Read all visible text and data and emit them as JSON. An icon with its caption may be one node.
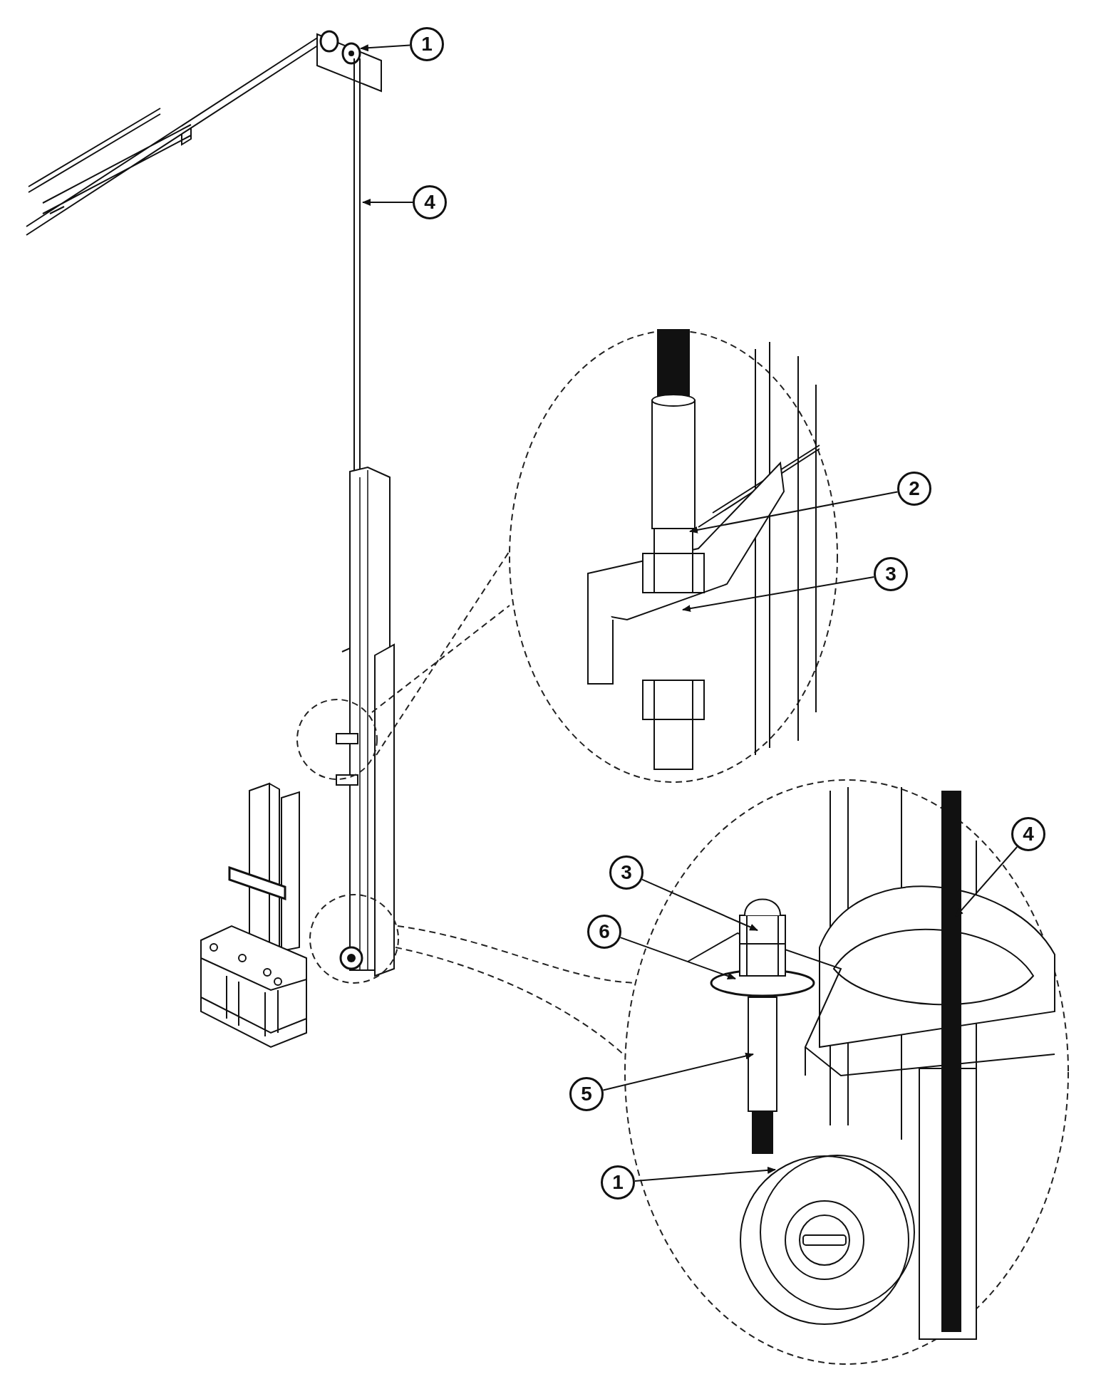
{
  "diagram": {
    "nodes": [
      {
        "text": [
          "1"
        ]
      },
      {
        "text": [
          "4"
        ]
      },
      {
        "text": [
          "2"
        ]
      },
      {
        "text": [
          "3"
        ]
      },
      {
        "text": [
          "4"
        ]
      },
      {
        "text": [
          "3"
        ]
      },
      {
        "text": [
          "6"
        ]
      },
      {
        "text": [
          "5"
        ]
      },
      {
        "text": [
          "1"
        ]
      }
    ],
    "edges": [
      {
        "from": 0,
        "to": null,
        "arrow": "to"
      },
      {
        "from": 1,
        "to": null,
        "arrow": "to"
      },
      {
        "from": 2,
        "to": null,
        "arrow": "to"
      },
      {
        "from": 3,
        "to": null,
        "arrow": "to"
      },
      {
        "from": 4,
        "to": null,
        "arrow": "to"
      },
      {
        "from": 5,
        "to": null,
        "arrow": "to"
      },
      {
        "from": 6,
        "to": null,
        "arrow": "to"
      },
      {
        "from": 7,
        "to": null,
        "arrow": "to"
      },
      {
        "from": 8,
        "to": null,
        "arrow": "to"
      }
    ]
  }
}
